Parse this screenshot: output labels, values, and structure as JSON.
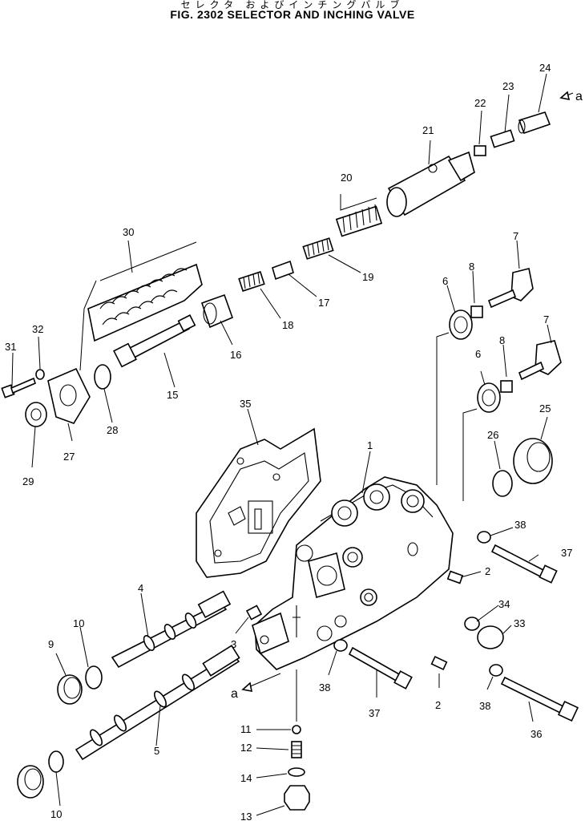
{
  "title_jp": "セレクタ およびインチングバルブ",
  "title": "FIG. 2302 SELECTOR AND INCHING VALVE",
  "labels": [
    {
      "text": "1"
    },
    {
      "text": "2"
    },
    {
      "text": "2"
    },
    {
      "text": "3"
    },
    {
      "text": "4"
    },
    {
      "text": "5"
    },
    {
      "text": "6"
    },
    {
      "text": "6"
    },
    {
      "text": "7"
    },
    {
      "text": "7"
    },
    {
      "text": "8"
    },
    {
      "text": "8"
    },
    {
      "text": "9"
    },
    {
      "text": "10"
    },
    {
      "text": "10"
    },
    {
      "text": "11"
    },
    {
      "text": "12"
    },
    {
      "text": "13"
    },
    {
      "text": "14"
    },
    {
      "text": "15"
    },
    {
      "text": "16"
    },
    {
      "text": "17"
    },
    {
      "text": "18"
    },
    {
      "text": "19"
    },
    {
      "text": "20"
    },
    {
      "text": "21"
    },
    {
      "text": "22"
    },
    {
      "text": "23"
    },
    {
      "text": "24"
    },
    {
      "text": "25"
    },
    {
      "text": "26"
    },
    {
      "text": "27"
    },
    {
      "text": "28"
    },
    {
      "text": "29"
    },
    {
      "text": "30"
    },
    {
      "text": "31"
    },
    {
      "text": "32"
    },
    {
      "text": "33"
    },
    {
      "text": "34"
    },
    {
      "text": "35"
    },
    {
      "text": "36"
    },
    {
      "text": "37"
    },
    {
      "text": "37"
    },
    {
      "text": "38"
    },
    {
      "text": "38"
    },
    {
      "text": "38"
    },
    {
      "text": "a"
    },
    {
      "text": "a"
    }
  ]
}
